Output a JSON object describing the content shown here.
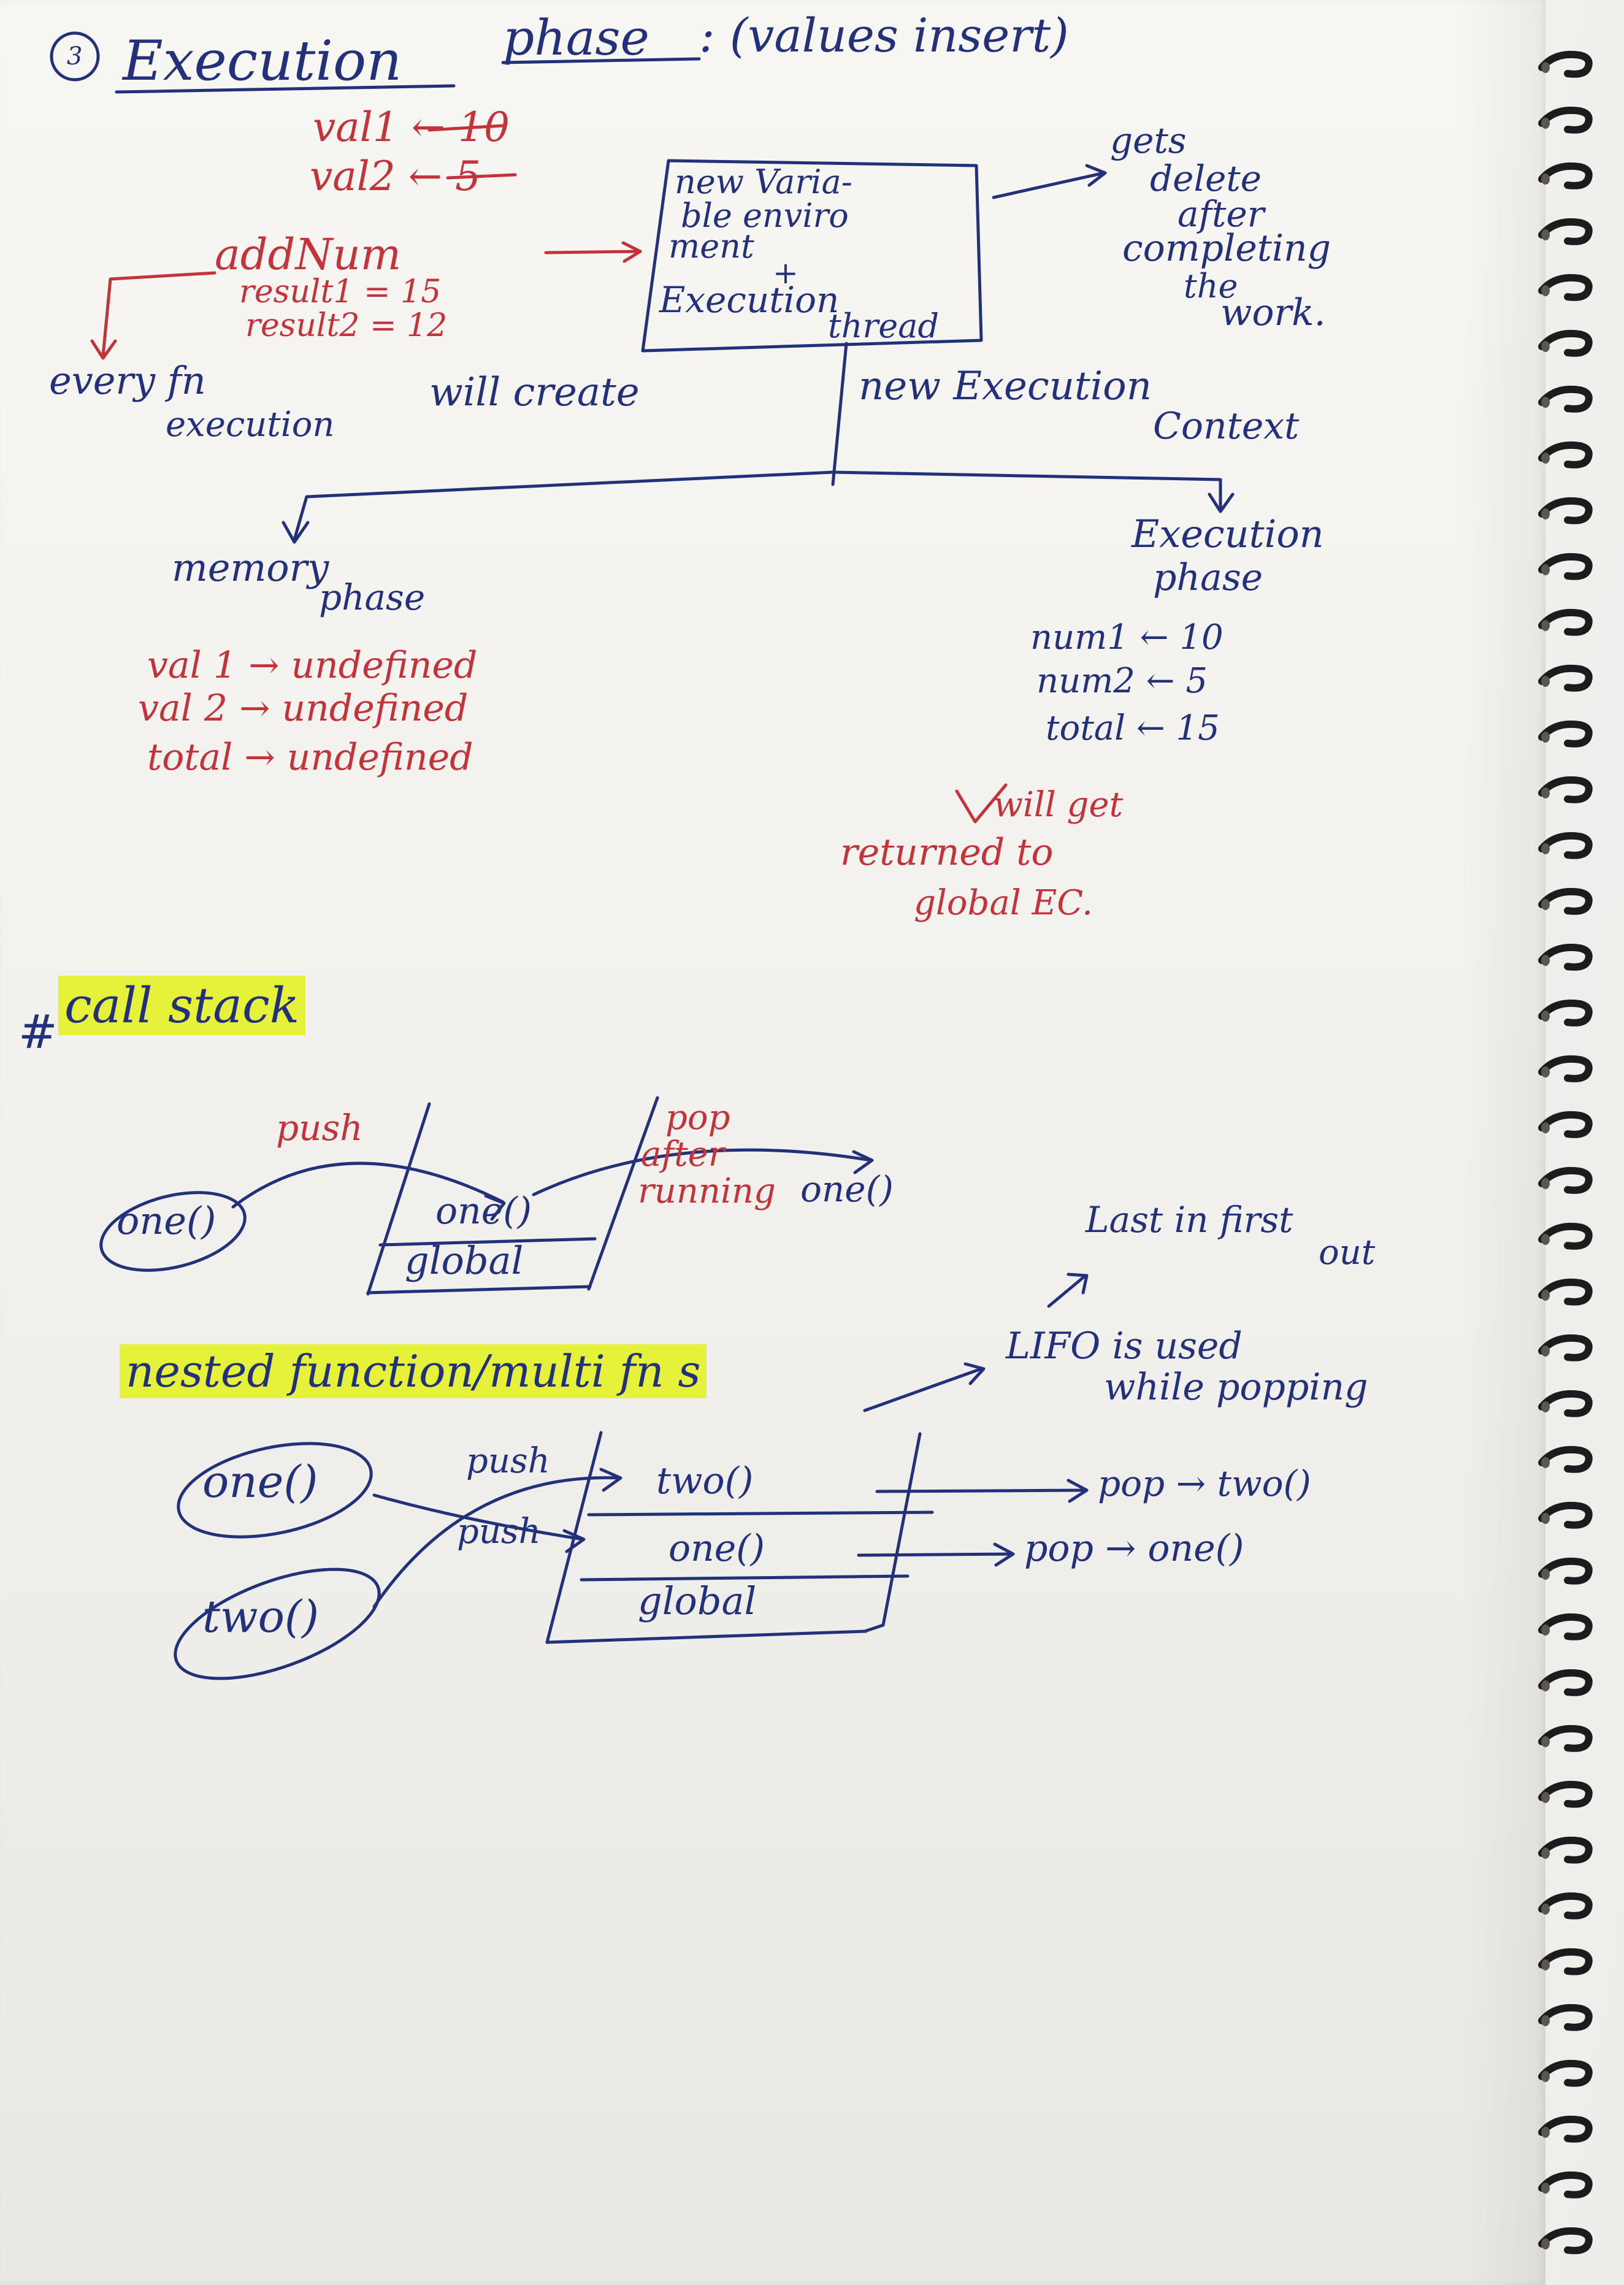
{
  "colors": {
    "blue_ink": "#23307a",
    "red_ink": "#c4323a",
    "highlight": "#e6f23a"
  },
  "section1": {
    "number": "3",
    "title": "Execution",
    "phase": "phase",
    "subtitle": ": (values insert)",
    "val1": "val1 ← 10",
    "val2": "val2 ← 5",
    "addnum": "addNum",
    "result1": "result1 = 15",
    "result2": "result2 = 12",
    "box_l1": "new Varia-",
    "box_l2": "ble enviro",
    "box_l3": "ment",
    "box_plus": "+",
    "box_l4": "Execution",
    "box_l5": "thread",
    "gets_l1": "gets",
    "gets_l2": "delete",
    "gets_l3": "after",
    "gets_l4": "completing",
    "gets_l5": "the",
    "gets_l6": "work.",
    "every_l1": "every fn",
    "every_l2": "execution",
    "will_create": "will create",
    "new_ec": "new Execution",
    "context": "Context",
    "memory": "memory",
    "memory_phase": "phase",
    "mem1": "val 1 → undefined",
    "mem2": "val 2 → undefined",
    "mem3": "total → undefined",
    "exec": "Execution",
    "exec_phase": "phase",
    "num1": "num1 ← 10",
    "num2": "num2 ← 5",
    "total": "total ← 15",
    "will_get": "will get",
    "returned": "returned to",
    "global_ec": "global EC."
  },
  "section2": {
    "hash": "#",
    "heading": "call stack",
    "push": "push",
    "one_bubble": "one()",
    "stack_top": "one()",
    "stack_bottom": "global",
    "pop": "pop",
    "after": "after",
    "running": "running",
    "one_after": "one()"
  },
  "section3": {
    "heading": "nested function/multi fn s",
    "lifo_l1": "LIFO is used",
    "lifo_l2": "while popping",
    "last_in": "Last in first",
    "out": "out",
    "one_bubble": "one()",
    "two_bubble": "two()",
    "push1": "push",
    "push2": "push",
    "stack_two": "two()",
    "stack_one": "one()",
    "stack_global": "global",
    "pop_two": "pop → two()",
    "pop_one": "pop → one()"
  }
}
